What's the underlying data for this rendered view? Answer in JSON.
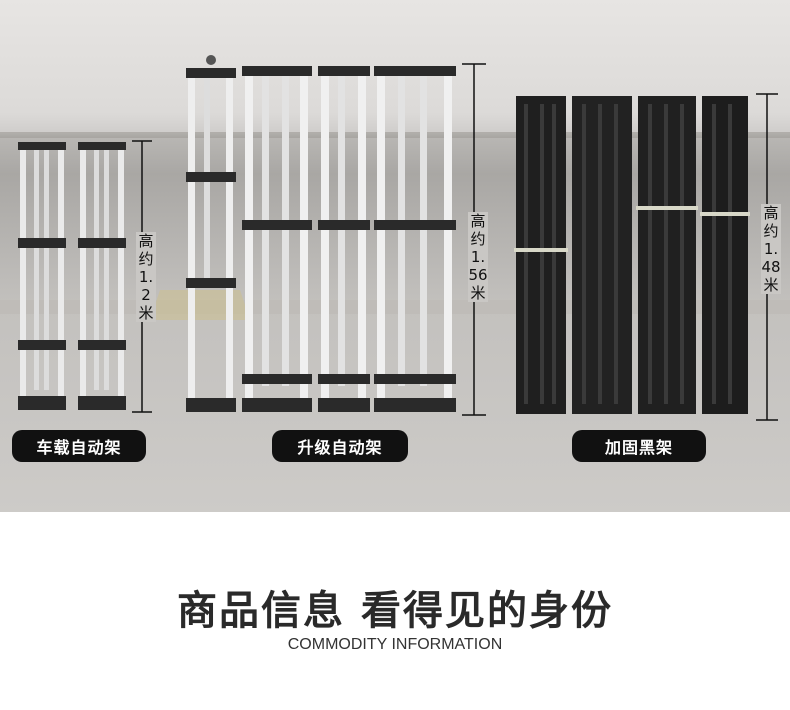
{
  "frames": {
    "labels": [
      {
        "text": "车载自动架"
      },
      {
        "text": "升级自动架"
      },
      {
        "text": "加固黑架"
      }
    ],
    "heights": [
      {
        "text": "高约1.2米"
      },
      {
        "text": "高约1.56米"
      },
      {
        "text": "高约1.48米"
      }
    ]
  },
  "info": {
    "title": "商品信息 看得见的身份",
    "subtitle": "COMMODITY INFORMATION"
  },
  "colors": {
    "pill_bg": "#111111",
    "silver_frame": "#e8e8e8",
    "black_frame": "#1c1c1c"
  }
}
